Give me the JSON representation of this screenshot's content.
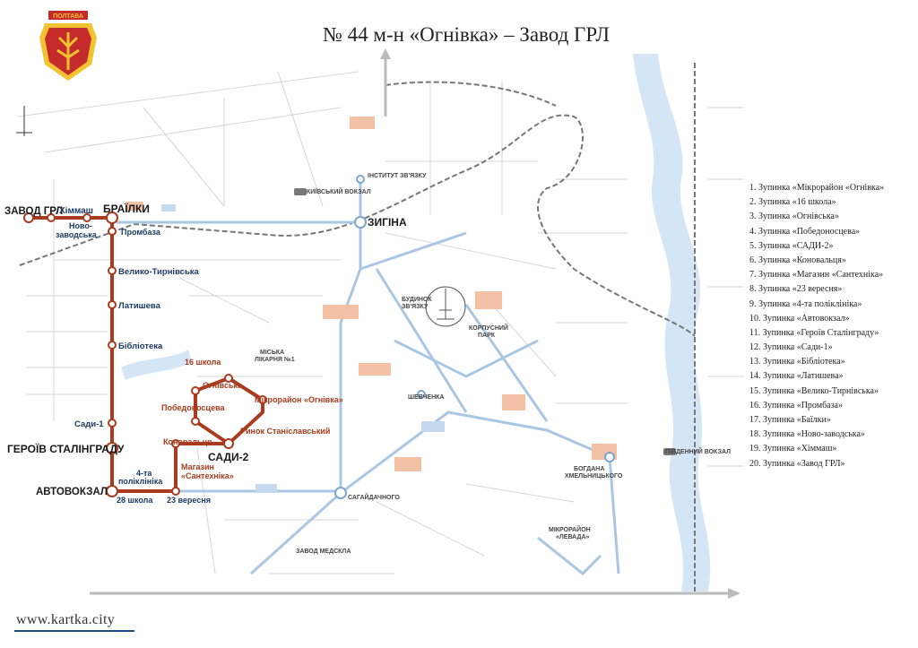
{
  "header": {
    "title": "№ 44  м-н «Огнівка» – Завод ГРЛ",
    "coat_text": "ПОЛТАВА"
  },
  "colors": {
    "route": "#a93b1e",
    "tram": "#a9c7e4",
    "rail": "#777777",
    "river": "#d4e6f5",
    "stop_fill": "#ffffff"
  },
  "route_labels": {
    "zavod_grl": "ЗАВОД ГРЛ",
    "himmash": "Хіммаш",
    "novo_1": "Ново-",
    "novo_2": "заводська",
    "bailky": "БРАЇЛКИ",
    "prombaza": "Промбаза",
    "veliko": "Велико-Тирнівська",
    "latysheva": "Латишева",
    "biblioteka": "Бібліотека",
    "sady1": "Сади-1",
    "heroiv": "ГЕРОЇВ СТАЛІНГРАДУ",
    "avtovokzal": "АВТОВОКЗАЛ",
    "shkola28": "28 школа",
    "veresnia23": "23 вересня",
    "poliklinika_1": "4-та",
    "poliklinika_2": "поліклініка",
    "mahazyn_1": "Магазин",
    "mahazyn_2": "«Сантехніка»",
    "konovaltsia": "Коновальця",
    "sady2": "САДИ-2",
    "rynok": "Ринок Станіславський",
    "pobedonostseva": "Победоносцева",
    "ohnivska": "Огнівська",
    "mikroraion": "Мікрорайон «Огнівка»",
    "shkola16": "16 школа",
    "zyhina": "ЗИГІНА"
  },
  "districts": {
    "kyiv_vokzal": "КИЇВСЬКИЙ ВОКЗАЛ",
    "instytut": "ІНСТИТУТ ЗВ'ЯЗКУ",
    "budynok_1": "БУДИНОК",
    "budynok_2": "ЗВ'ЯЗКУ",
    "park_1": "КОРПУСНИЙ",
    "park_2": "ПАРК",
    "shevchenka": "ШЕВЧЕНКА",
    "sahaidachnoho": "САГАЙДАЧНОГО",
    "zavod_medsklo": "ЗАВОД МЕДСКЛА",
    "bohdana_1": "БОГДАНА",
    "bohdana_2": "ХМЕЛЬНИЦЬКОГО",
    "pivd_vokzal": "ПІВДЕННИЙ ВОКЗАЛ",
    "levada_1": "МІКРОРАЙОН",
    "levada_2": "«ЛЕВАДА»",
    "likarnia_1": "МІСЬКА",
    "likarnia_2": "ЛІКАРНЯ №1"
  },
  "legend": [
    "1. Зупинка «Мікрорайон «Огнівка»",
    "2. Зупинка «16 школа»",
    "3. Зупинка «Огнівська»",
    "4. Зупинка «Победоносцева»",
    "5. Зупинка «САДИ-2»",
    "6. Зупинка «Коновальця»",
    "7. Зупинка «Магазин «Сантехніка»",
    "8. Зупинка «23 вересня»",
    "9. Зупинка «4-та поліклініка»",
    "10. Зупинка «Автовокзал»",
    "11. Зупинка «Героїв Сталінграду»",
    "12. Зупинка «Сади-1»",
    "13. Зупинка «Бібліотека»",
    "14. Зупинка «Латишева»",
    "15. Зупинка «Велико-Тирнівська»",
    "16. Зупинка «Промбаза»",
    "17. Зупинка «Баїлки»",
    "18. Зупинка «Ново-заводська»",
    "19. Зупинка «Хіммаш»",
    "20. Зупинка «Завод ГРЛ»"
  ],
  "footer": {
    "website": "www.kartka.city"
  }
}
